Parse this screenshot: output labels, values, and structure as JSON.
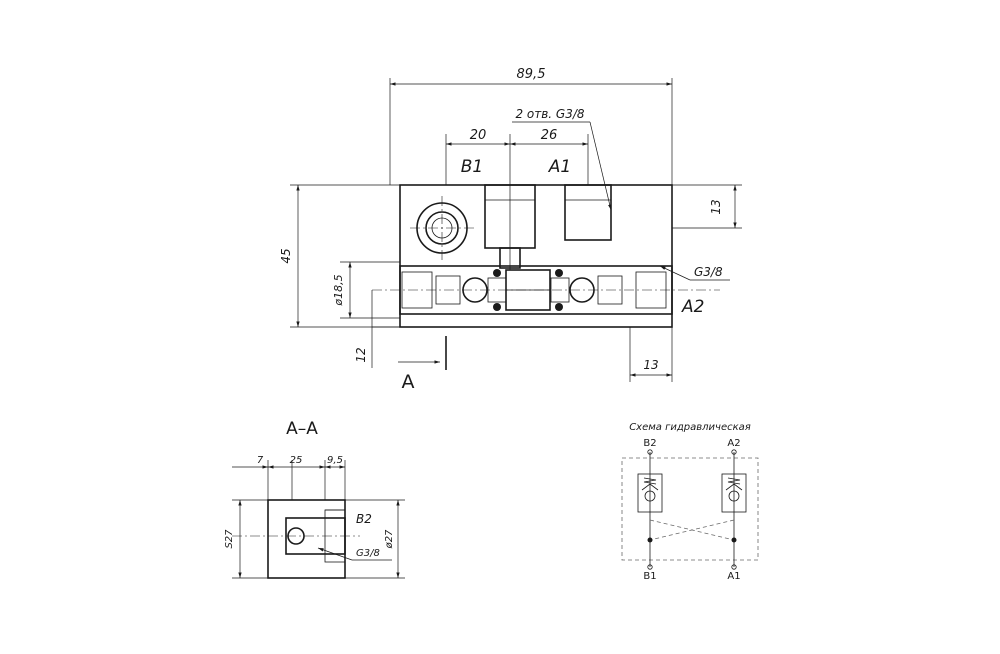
{
  "main_view": {
    "dims": {
      "overall_width": "89,5",
      "dim_20": "20",
      "dim_26": "26",
      "height_45": "45",
      "dim_13_top": "13",
      "dim_13_bottom": "13",
      "dim_12": "12",
      "diam_18_5": "ø18,5"
    },
    "note_holes": "2 отв. G3/8",
    "thread_right": "G3/8",
    "ports": {
      "b1": "B1",
      "a1": "A1",
      "a2": "A2"
    },
    "view_marker": "A"
  },
  "section_view": {
    "title": "A–A",
    "dims": {
      "d7": "7",
      "d25": "25",
      "d9_5": "9,5",
      "s27": "S27",
      "diam27": "ø27"
    },
    "port": "B2",
    "thread": "G3/8"
  },
  "schema": {
    "title": "Схема гидравлическая",
    "ports": {
      "b2": "B2",
      "a2": "A2",
      "b1": "B1",
      "a1": "A1"
    }
  }
}
